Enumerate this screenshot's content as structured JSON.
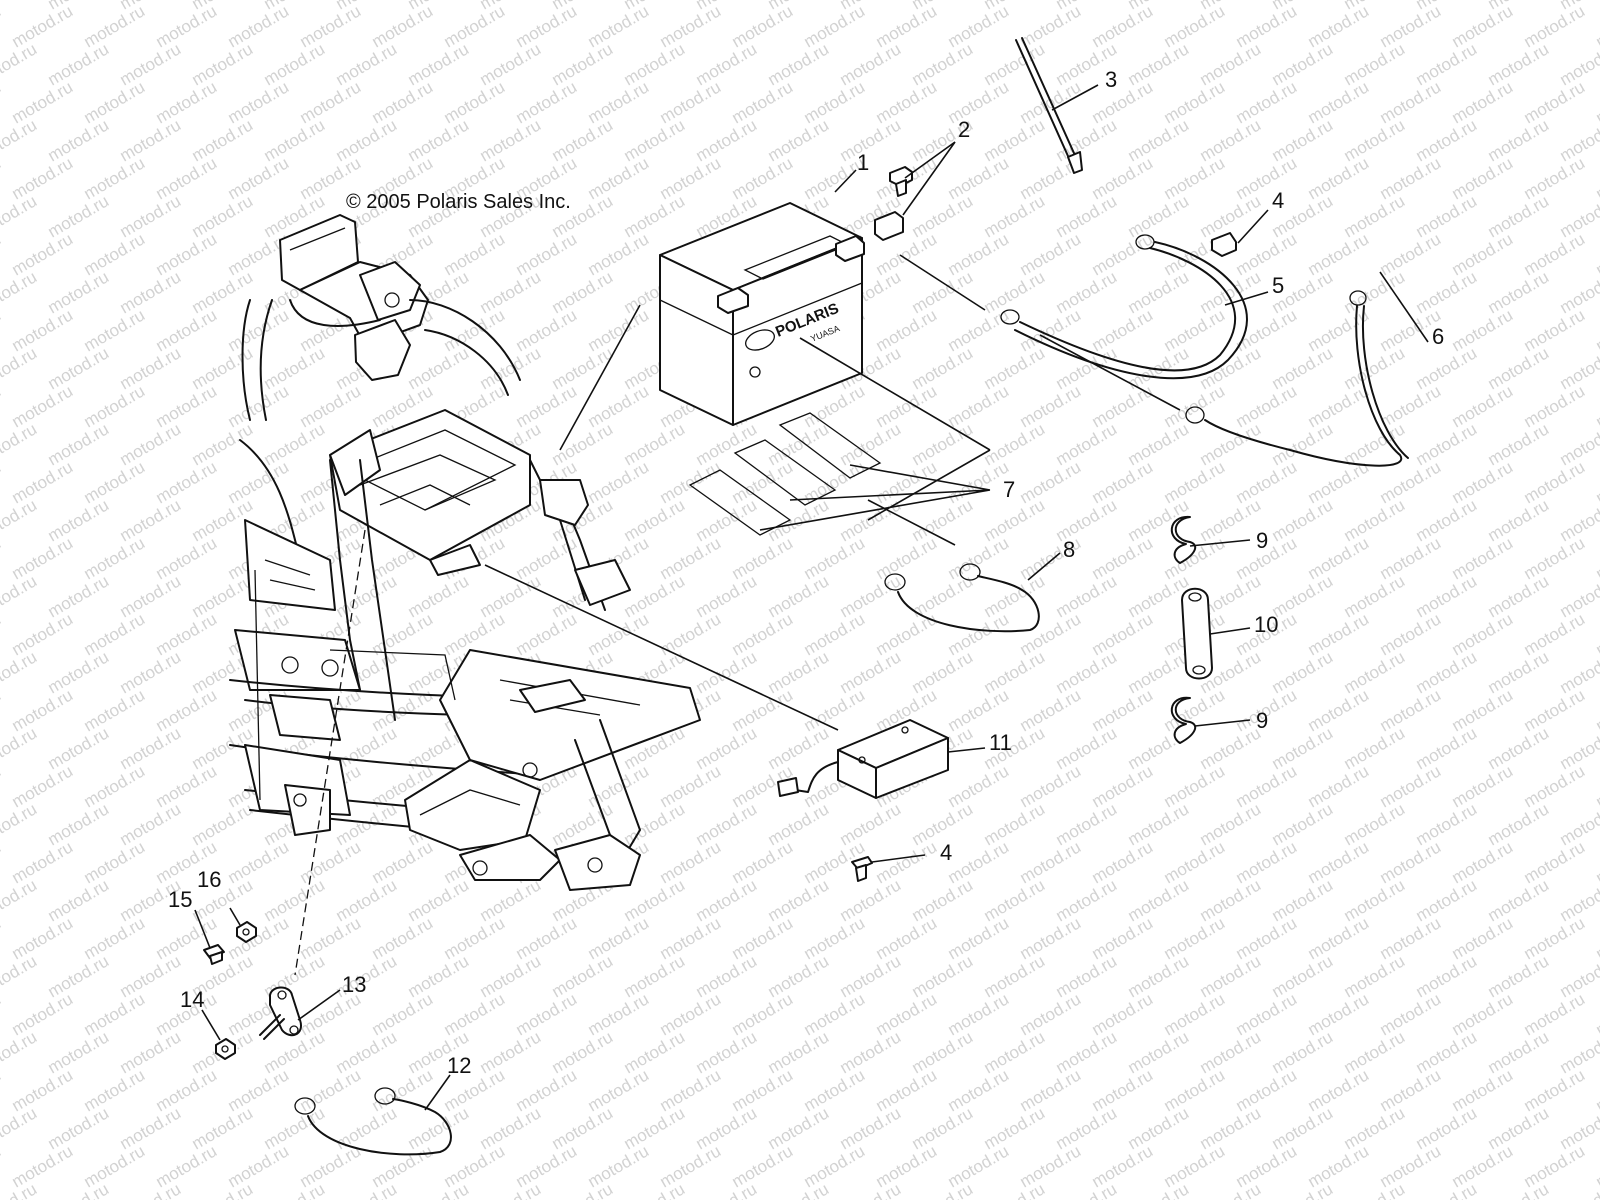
{
  "copyright": "© 2005 Polaris Sales Inc.",
  "watermark": "motod.ru",
  "battery_brand": "POLARIS",
  "battery_maker": "YUASA",
  "callouts": [
    "1",
    "2",
    "3",
    "4",
    "5",
    "6",
    "7",
    "8",
    "9",
    "10",
    "9",
    "11",
    "4",
    "16",
    "15",
    "14",
    "13",
    "12"
  ]
}
